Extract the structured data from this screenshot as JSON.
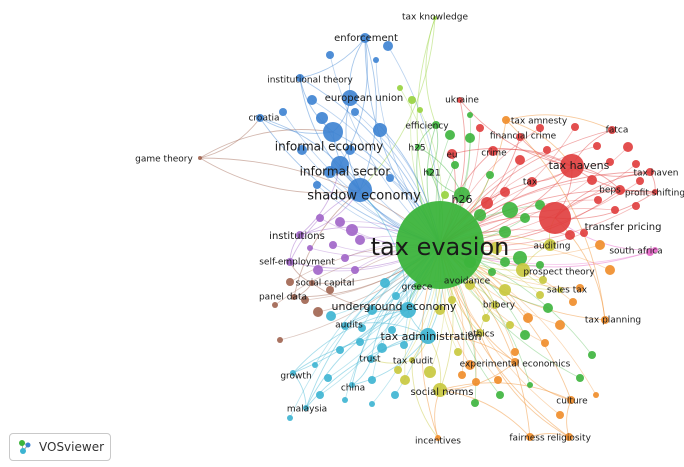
{
  "brand": {
    "label": "VOSviewer",
    "icon": "vosviewer-logo-icon"
  },
  "clusters": {
    "red": "#e03c3c",
    "green": "#3cb43c",
    "blue": "#3c82d2",
    "yellow": "#c8c83c",
    "purple": "#a064c8",
    "cyan": "#3cb4d2",
    "orange": "#f08c28",
    "brown": "#a06450",
    "pink": "#e664c8",
    "lime": "#96d23c"
  },
  "terms": [
    {
      "id": "tax evasion",
      "label": "tax evasion",
      "cluster": "green",
      "weight": 10
    },
    {
      "id": "shadow economy",
      "label": "shadow economy",
      "cluster": "blue",
      "weight": 4
    },
    {
      "id": "informal economy",
      "label": "informal economy",
      "cluster": "blue",
      "weight": 3
    },
    {
      "id": "informal sector",
      "label": "informal sector",
      "cluster": "blue",
      "weight": 3
    },
    {
      "id": "european union",
      "label": "european union",
      "cluster": "blue",
      "weight": 2
    },
    {
      "id": "enforcement",
      "label": "enforcement",
      "cluster": "blue",
      "weight": 2
    },
    {
      "id": "institutional theory",
      "label": "institutional theory",
      "cluster": "blue",
      "weight": 1
    },
    {
      "id": "croatia",
      "label": "croatia",
      "cluster": "blue",
      "weight": 1
    },
    {
      "id": "game theory",
      "label": "game theory",
      "cluster": "brown",
      "weight": 1
    },
    {
      "id": "tax knowledge",
      "label": "tax knowledge",
      "cluster": "lime",
      "weight": 1
    },
    {
      "id": "ukraine",
      "label": "ukraine",
      "cluster": "red",
      "weight": 1
    },
    {
      "id": "efficiency",
      "label": "efficiency",
      "cluster": "green",
      "weight": 1
    },
    {
      "id": "tax amnesty",
      "label": "tax amnesty",
      "cluster": "orange",
      "weight": 1
    },
    {
      "id": "fatca",
      "label": "fatca",
      "cluster": "red",
      "weight": 1
    },
    {
      "id": "financial crime",
      "label": "financial crime",
      "cluster": "red",
      "weight": 1
    },
    {
      "id": "h25",
      "label": "h25",
      "cluster": "green",
      "weight": 1
    },
    {
      "id": "eu",
      "label": "eu",
      "cluster": "red",
      "weight": 1
    },
    {
      "id": "crime",
      "label": "crime",
      "cluster": "red",
      "weight": 1
    },
    {
      "id": "tax havens",
      "label": "tax havens",
      "cluster": "red",
      "weight": 3
    },
    {
      "id": "tax haven",
      "label": "tax haven",
      "cluster": "red",
      "weight": 1
    },
    {
      "id": "h21",
      "label": "h21",
      "cluster": "green",
      "weight": 1
    },
    {
      "id": "tax",
      "label": "tax",
      "cluster": "red",
      "weight": 1
    },
    {
      "id": "beps",
      "label": "beps",
      "cluster": "red",
      "weight": 1
    },
    {
      "id": "profit shifting",
      "label": "profit shifting",
      "cluster": "red",
      "weight": 1
    },
    {
      "id": "h26",
      "label": "h26",
      "cluster": "green",
      "weight": 2
    },
    {
      "id": "transfer pricing",
      "label": "transfer pricing",
      "cluster": "red",
      "weight": 2
    },
    {
      "id": "institutions",
      "label": "institutions",
      "cluster": "purple",
      "weight": 1
    },
    {
      "id": "auditing",
      "label": "auditing",
      "cluster": "yellow",
      "weight": 1
    },
    {
      "id": "south africa",
      "label": "south africa",
      "cluster": "pink",
      "weight": 1
    },
    {
      "id": "self-employment",
      "label": "self-employment",
      "cluster": "purple",
      "weight": 1
    },
    {
      "id": "prospect theory",
      "label": "prospect theory",
      "cluster": "yellow",
      "weight": 1
    },
    {
      "id": "social capital",
      "label": "social capital",
      "cluster": "brown",
      "weight": 1
    },
    {
      "id": "avoidance",
      "label": "avoidance",
      "cluster": "yellow",
      "weight": 1
    },
    {
      "id": "greece",
      "label": "greece",
      "cluster": "green",
      "weight": 1
    },
    {
      "id": "sales tax",
      "label": "sales tax",
      "cluster": "yellow",
      "weight": 1
    },
    {
      "id": "panel data",
      "label": "panel data",
      "cluster": "brown",
      "weight": 1
    },
    {
      "id": "underground economy",
      "label": "underground economy",
      "cluster": "cyan",
      "weight": 2
    },
    {
      "id": "bribery",
      "label": "bribery",
      "cluster": "yellow",
      "weight": 1
    },
    {
      "id": "tax planning",
      "label": "tax planning",
      "cluster": "orange",
      "weight": 1
    },
    {
      "id": "audits",
      "label": "audits",
      "cluster": "cyan",
      "weight": 1
    },
    {
      "id": "ethics",
      "label": "ethics",
      "cluster": "yellow",
      "weight": 1
    },
    {
      "id": "tax administration",
      "label": "tax administration",
      "cluster": "cyan",
      "weight": 2
    },
    {
      "id": "trust",
      "label": "trust",
      "cluster": "cyan",
      "weight": 1
    },
    {
      "id": "tax audit",
      "label": "tax audit",
      "cluster": "yellow",
      "weight": 1
    },
    {
      "id": "experimental economics",
      "label": "experimental economics",
      "cluster": "orange",
      "weight": 1
    },
    {
      "id": "growth",
      "label": "growth",
      "cluster": "cyan",
      "weight": 1
    },
    {
      "id": "china",
      "label": "china",
      "cluster": "cyan",
      "weight": 1
    },
    {
      "id": "social norms",
      "label": "social norms",
      "cluster": "yellow",
      "weight": 1
    },
    {
      "id": "malaysia",
      "label": "malaysia",
      "cluster": "cyan",
      "weight": 1
    },
    {
      "id": "culture",
      "label": "culture",
      "cluster": "orange",
      "weight": 1
    },
    {
      "id": "incentives",
      "label": "incentives",
      "cluster": "orange",
      "weight": 1
    },
    {
      "id": "fairness",
      "label": "fairness",
      "cluster": "orange",
      "weight": 1
    },
    {
      "id": "religiosity",
      "label": "religiosity",
      "cluster": "orange",
      "weight": 1
    }
  ],
  "links": [
    [
      "tax evasion",
      "shadow economy"
    ],
    [
      "tax evasion",
      "informal economy"
    ],
    [
      "tax evasion",
      "informal sector"
    ],
    [
      "tax evasion",
      "european union"
    ],
    [
      "tax evasion",
      "enforcement"
    ],
    [
      "tax evasion",
      "institutional theory"
    ],
    [
      "tax evasion",
      "croatia"
    ],
    [
      "tax evasion",
      "game theory"
    ],
    [
      "tax evasion",
      "tax knowledge"
    ],
    [
      "tax evasion",
      "ukraine"
    ],
    [
      "tax evasion",
      "efficiency"
    ],
    [
      "tax evasion",
      "tax amnesty"
    ],
    [
      "tax evasion",
      "fatca"
    ],
    [
      "tax evasion",
      "financial crime"
    ],
    [
      "tax evasion",
      "h25"
    ],
    [
      "tax evasion",
      "eu"
    ],
    [
      "tax evasion",
      "crime"
    ],
    [
      "tax evasion",
      "tax havens"
    ],
    [
      "tax evasion",
      "tax haven"
    ],
    [
      "tax evasion",
      "h21"
    ],
    [
      "tax evasion",
      "tax"
    ],
    [
      "tax evasion",
      "beps"
    ],
    [
      "tax evasion",
      "profit shifting"
    ],
    [
      "tax evasion",
      "h26"
    ],
    [
      "tax evasion",
      "transfer pricing"
    ],
    [
      "tax evasion",
      "institutions"
    ],
    [
      "tax evasion",
      "auditing"
    ],
    [
      "tax evasion",
      "south africa"
    ],
    [
      "tax evasion",
      "self-employment"
    ],
    [
      "tax evasion",
      "prospect theory"
    ],
    [
      "tax evasion",
      "social capital"
    ],
    [
      "tax evasion",
      "avoidance"
    ],
    [
      "tax evasion",
      "greece"
    ],
    [
      "tax evasion",
      "sales tax"
    ],
    [
      "tax evasion",
      "panel data"
    ],
    [
      "tax evasion",
      "underground economy"
    ],
    [
      "tax evasion",
      "bribery"
    ],
    [
      "tax evasion",
      "tax planning"
    ],
    [
      "tax evasion",
      "audits"
    ],
    [
      "tax evasion",
      "ethics"
    ],
    [
      "tax evasion",
      "tax administration"
    ],
    [
      "tax evasion",
      "trust"
    ],
    [
      "tax evasion",
      "tax audit"
    ],
    [
      "tax evasion",
      "experimental economics"
    ],
    [
      "tax evasion",
      "growth"
    ],
    [
      "tax evasion",
      "china"
    ],
    [
      "tax evasion",
      "social norms"
    ],
    [
      "tax evasion",
      "malaysia"
    ],
    [
      "tax evasion",
      "culture"
    ],
    [
      "tax evasion",
      "incentives"
    ],
    [
      "tax evasion",
      "fairness"
    ],
    [
      "tax evasion",
      "religiosity"
    ],
    [
      "shadow economy",
      "informal economy"
    ],
    [
      "shadow economy",
      "informal sector"
    ],
    [
      "shadow economy",
      "european union"
    ],
    [
      "shadow economy",
      "enforcement"
    ],
    [
      "shadow economy",
      "institutional theory"
    ],
    [
      "shadow economy",
      "croatia"
    ],
    [
      "shadow economy",
      "institutions"
    ],
    [
      "shadow economy",
      "self-employment"
    ],
    [
      "shadow economy",
      "game theory"
    ],
    [
      "shadow economy",
      "tax knowledge"
    ],
    [
      "shadow economy",
      "underground economy"
    ],
    [
      "shadow economy",
      "panel data"
    ],
    [
      "informal economy",
      "institutional theory"
    ],
    [
      "informal economy",
      "european union"
    ],
    [
      "informal economy",
      "croatia"
    ],
    [
      "informal sector",
      "enforcement"
    ],
    [
      "informal sector",
      "institutions"
    ],
    [
      "informal economy",
      "game theory"
    ],
    [
      "european union",
      "enforcement"
    ],
    [
      "institutional theory",
      "enforcement"
    ],
    [
      "tax havens",
      "fatca"
    ],
    [
      "tax havens",
      "tax haven"
    ],
    [
      "tax havens",
      "beps"
    ],
    [
      "tax havens",
      "profit shifting"
    ],
    [
      "tax havens",
      "transfer pricing"
    ],
    [
      "tax havens",
      "tax amnesty"
    ],
    [
      "tax havens",
      "financial crime"
    ],
    [
      "tax havens",
      "crime"
    ],
    [
      "tax havens",
      "tax"
    ],
    [
      "tax havens",
      "eu"
    ],
    [
      "tax havens",
      "ukraine"
    ],
    [
      "transfer pricing",
      "profit shifting"
    ],
    [
      "transfer pricing",
      "beps"
    ],
    [
      "transfer pricing",
      "south africa"
    ],
    [
      "transfer pricing",
      "tax planning"
    ],
    [
      "transfer pricing",
      "auditing"
    ],
    [
      "transfer pricing",
      "tax haven"
    ],
    [
      "beps",
      "profit shifting"
    ],
    [
      "tax haven",
      "profit shifting"
    ],
    [
      "fatca",
      "tax amnesty"
    ],
    [
      "tax administration",
      "underground economy"
    ],
    [
      "tax administration",
      "trust"
    ],
    [
      "tax administration",
      "tax audit"
    ],
    [
      "tax administration",
      "audits"
    ],
    [
      "tax administration",
      "social norms"
    ],
    [
      "tax administration",
      "growth"
    ],
    [
      "tax administration",
      "china"
    ],
    [
      "tax administration",
      "malaysia"
    ],
    [
      "tax administration",
      "experimental economics"
    ],
    [
      "underground economy",
      "audits"
    ],
    [
      "underground economy",
      "greece"
    ],
    [
      "underground economy",
      "growth"
    ],
    [
      "underground economy",
      "social capital"
    ],
    [
      "underground economy",
      "malaysia"
    ],
    [
      "social norms",
      "fairness"
    ],
    [
      "social norms",
      "incentives"
    ],
    [
      "social norms",
      "culture"
    ],
    [
      "social norms",
      "experimental economics"
    ],
    [
      "fairness",
      "religiosity"
    ],
    [
      "ethics",
      "religiosity"
    ],
    [
      "ethics",
      "bribery"
    ],
    [
      "experimental economics",
      "culture"
    ],
    [
      "prospect theory",
      "auditing"
    ],
    [
      "prospect theory",
      "sales tax"
    ],
    [
      "avoidance",
      "bribery"
    ],
    [
      "avoidance",
      "greece"
    ],
    [
      "h26",
      "h21"
    ],
    [
      "h26",
      "h25"
    ],
    [
      "h25",
      "efficiency"
    ],
    [
      "h21",
      "efficiency"
    ],
    [
      "efficiency",
      "tax knowledge"
    ],
    [
      "institutions",
      "self-employment"
    ],
    [
      "social capital",
      "panel data"
    ],
    [
      "self-employment",
      "social capital"
    ],
    [
      "trust",
      "china"
    ],
    [
      "trust",
      "tax audit"
    ],
    [
      "growth",
      "malaysia"
    ],
    [
      "tax planning",
      "tax amnesty"
    ],
    [
      "incentives",
      "tax audit"
    ],
    [
      "culture",
      "religiosity"
    ],
    [
      "croatia",
      "game theory"
    ]
  ]
}
